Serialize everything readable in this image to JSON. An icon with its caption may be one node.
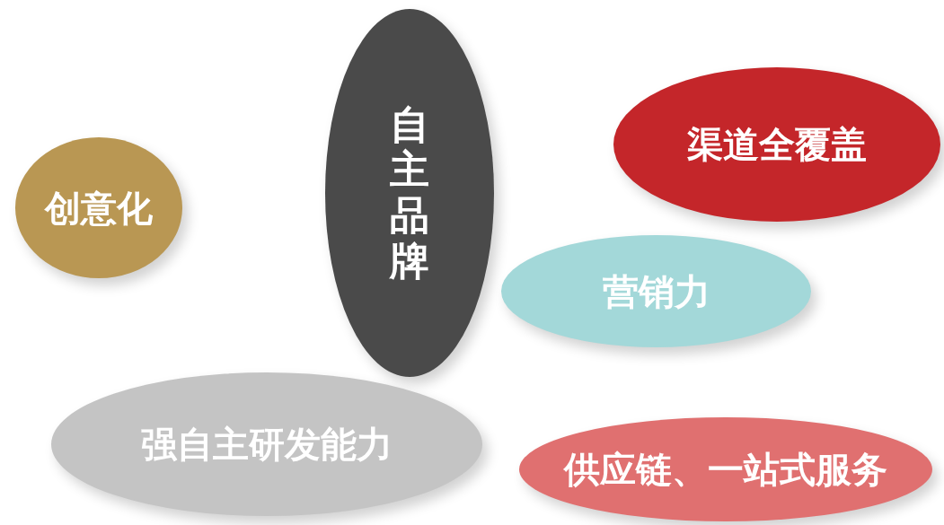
{
  "diagram": {
    "nodes": [
      {
        "text": [
          "自主品牌"
        ]
      },
      {
        "text": [
          "渠道全覆盖"
        ]
      },
      {
        "text": [
          "创意化"
        ]
      },
      {
        "text": [
          "营销力"
        ]
      },
      {
        "text": [
          "强自主研发能力"
        ]
      },
      {
        "text": [
          "供应链、一站式服务"
        ]
      }
    ]
  }
}
